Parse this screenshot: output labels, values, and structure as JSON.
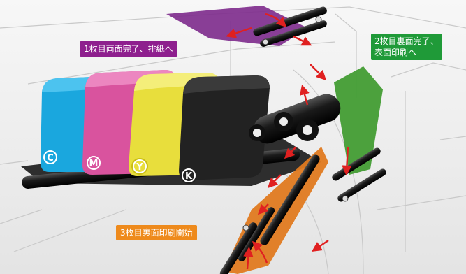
{
  "callouts": {
    "sheet1": "1枚目両面完了、排紙へ",
    "sheet2_line1": "2枚目裏面完了、",
    "sheet2_line2": "表面印刷へ",
    "sheet3": "3枚目裏面印刷開始"
  },
  "toner_cartridges": [
    {
      "letter": "C",
      "color": "#1aa7de"
    },
    {
      "letter": "M",
      "color": "#d9539e"
    },
    {
      "letter": "Y",
      "color": "#e8de3c"
    },
    {
      "letter": "K",
      "color": "#222222"
    }
  ],
  "colors": {
    "sheet_purple": "#7d2a8c",
    "sheet_green": "#3e9a2e",
    "sheet_orange": "#e07a20",
    "arrow_red": "#e02020",
    "belt": "#2e2e2e"
  }
}
